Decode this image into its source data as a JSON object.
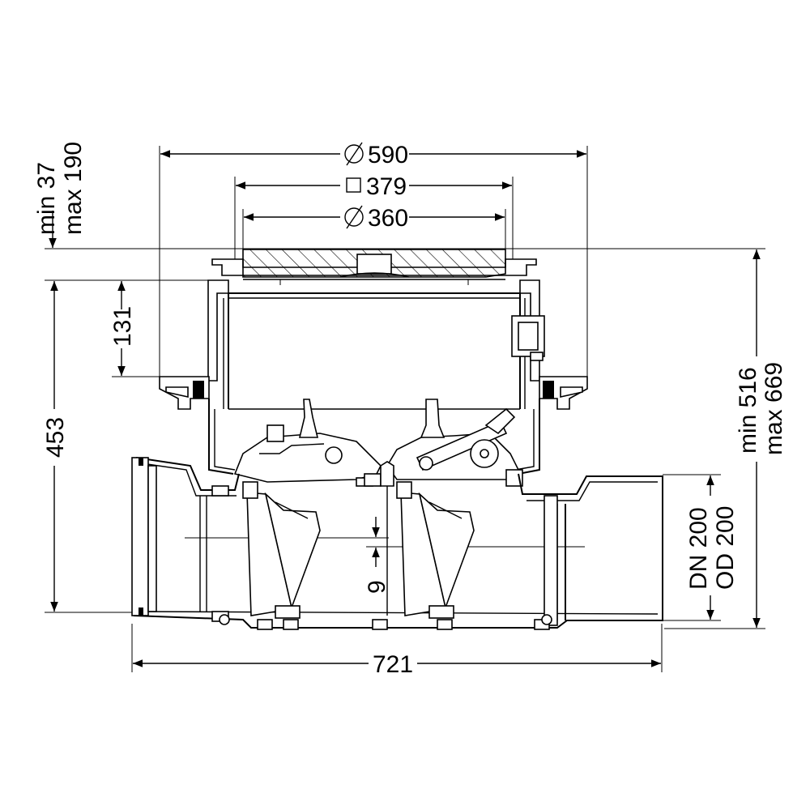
{
  "dimensions": {
    "diameter_590": "590",
    "square_379": "379",
    "diameter_360": "360",
    "height_adjust_min": "min 37",
    "height_adjust_max": "max 190",
    "depth_131": "131",
    "height_453": "453",
    "total_height_min": "min 516",
    "total_height_max": "max 669",
    "pipe_dn": "DN 200",
    "pipe_od": "OD 200",
    "offset_9": "9",
    "length_721": "721"
  },
  "symbols": {
    "diameter": "diameter-symbol",
    "square": "square-symbol"
  },
  "colors": {
    "line": "#000000",
    "background": "#ffffff"
  }
}
